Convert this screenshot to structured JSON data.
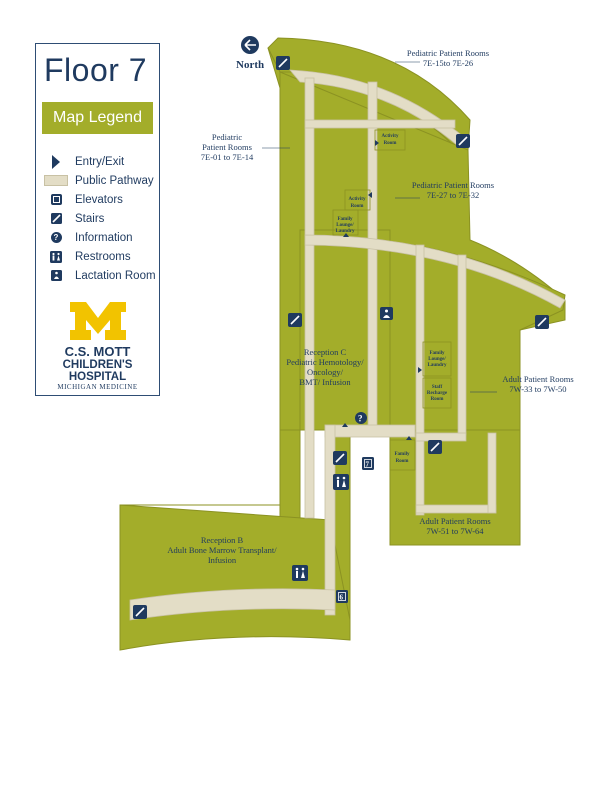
{
  "legend": {
    "title": "Floor 7",
    "subtitle": "Map Legend",
    "items": [
      {
        "icon": "entry-exit-icon",
        "label": "Entry/Exit"
      },
      {
        "icon": "public-pathway-swatch",
        "label": "Public Pathway"
      },
      {
        "icon": "elevator-icon",
        "label": "Elevators"
      },
      {
        "icon": "stairs-icon",
        "label": "Stairs"
      },
      {
        "icon": "information-icon",
        "label": "Information"
      },
      {
        "icon": "restroom-icon",
        "label": "Restrooms"
      },
      {
        "icon": "lactation-room-icon",
        "label": "Lactation Room"
      }
    ],
    "logo": {
      "line1": "C.S. MOTT",
      "line2": "CHILDREN'S HOSPITAL",
      "line3": "MICHIGAN MEDICINE"
    }
  },
  "compass": {
    "label": "North"
  },
  "labels": {
    "ne_rooms": [
      "Pediatric Patient Rooms",
      "7E-15to 7E-26"
    ],
    "nw_rooms": [
      "Pediatric",
      "Patient Rooms",
      "7E-01 to 7E-14"
    ],
    "mid_rooms": [
      "Pediatric Patient Rooms",
      "7E-27 to 7E-32"
    ],
    "activity_room_1": [
      "Activity",
      "Room"
    ],
    "activity_room_2": [
      "Activity",
      "Room"
    ],
    "family_lounge_1": [
      "Family",
      "Lounge/",
      "Laundry"
    ],
    "reception_c": [
      "Reception C",
      "Pediatric Hemotology/",
      "Oncology/",
      "BMT/ Infusion"
    ],
    "family_lounge_2": [
      "Family",
      "Lounge/",
      "Laundry"
    ],
    "staff_recharge": [
      "Staff",
      "Recharge",
      "Room"
    ],
    "adult_rooms_east": [
      "Adult Patient Rooms",
      "7W-33 to 7W-50"
    ],
    "family_room": [
      "Family",
      "Room"
    ],
    "adult_rooms_south": [
      "Adult Patient Rooms",
      "7W-51 to 7W-64"
    ],
    "reception_b": [
      "Reception B",
      "Adult Bone Marrow Transplant/",
      "Infusion"
    ]
  },
  "elevator_numbers": {
    "upper": "7",
    "lower": "6"
  },
  "colors": {
    "floor": "#a3ad2a",
    "floor_edge": "#8b9222",
    "pathway": "#e3ddc6",
    "navy": "#1f3a5f"
  }
}
